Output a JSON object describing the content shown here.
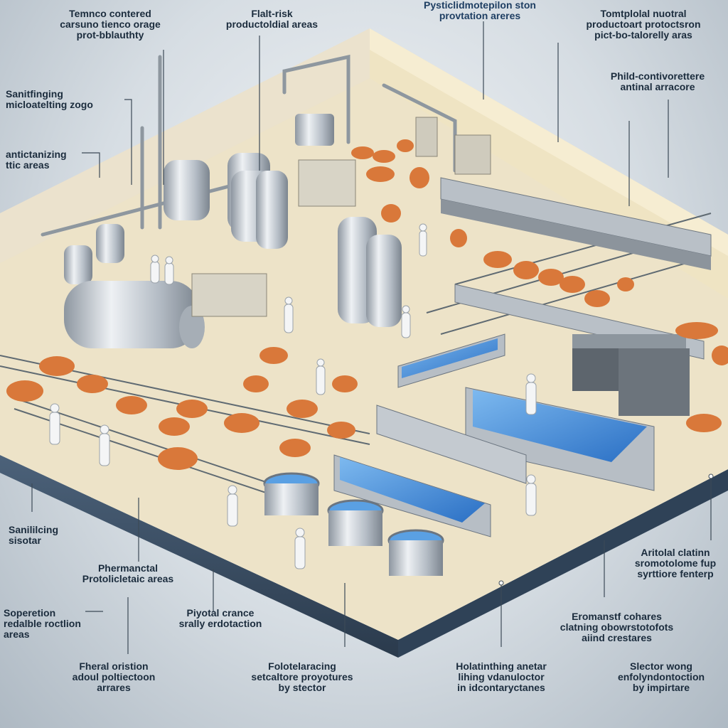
{
  "labels": [
    {
      "id": "l1",
      "text": "Temnco contered\ncarsuno tienco orage\nprot-bblauthty"
    },
    {
      "id": "l2",
      "text": "Flalt-risk\nproductoldial areas"
    },
    {
      "id": "l3",
      "text": "Pysticlidmotepilon ston\nprovtation areres"
    },
    {
      "id": "l4",
      "text": "Tomtplolal nuotral\nproductoart protoctsron\npict-bo-talorelly aras"
    },
    {
      "id": "l5",
      "text": "Sanitfinging\nmicloatelting zogo"
    },
    {
      "id": "l6",
      "text": "Phild-contivorettere\nantinal arracore"
    },
    {
      "id": "l7",
      "text": "antictanizing\nttic areas"
    },
    {
      "id": "l8",
      "text": "Sanililcing\nsisotar"
    },
    {
      "id": "l9",
      "text": "Phermanctal\nProtolicletaic areas"
    },
    {
      "id": "l10",
      "text": "Aritolal clatinn\nsromotolome fup\nsyrttiore fenterp"
    },
    {
      "id": "l11",
      "text": "Soperetion\nredalble roctlion\nareas"
    },
    {
      "id": "l12",
      "text": "Piyotal crance\nsrally erdotaction"
    },
    {
      "id": "l13",
      "text": "Eromanstf cohares\nclatning obowrstotofots\naiind crestares"
    },
    {
      "id": "l14",
      "text": "Fheral oristion\nadoul poltiectoon\narrares"
    },
    {
      "id": "l15",
      "text": "Folotelaracing\nsetcaltore proyotures\nby stector"
    },
    {
      "id": "l16",
      "text": "Holatinthing anetar\nlihing vdanuloctor\nin idcontaryctanes"
    },
    {
      "id": "l17",
      "text": "Slector wong\nenfolyndontoction\nby impirtare"
    }
  ],
  "colors": {
    "floor": "#ede3c8",
    "wall_left": "#e9e1cf",
    "wall_right": "#efe4c3",
    "steel": "#c2c9d0",
    "water": "#3d86d6",
    "animal": "#d9783a",
    "platform_side": "#3a4f66"
  },
  "icons": [
    "stainless-tank-icon",
    "cattle-icon",
    "worker-icon",
    "water-basin-icon",
    "conveyor-icon",
    "pipe-icon",
    "control-cabinet-icon"
  ]
}
